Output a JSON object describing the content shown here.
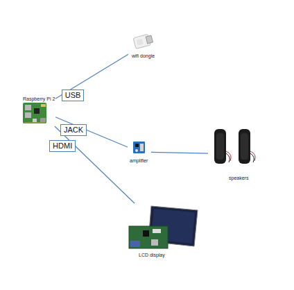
{
  "diagram": {
    "nodes": [
      {
        "text": [
          "Raspberry Pi 2"
        ]
      },
      {
        "text": [
          "wifi dongle"
        ]
      },
      {
        "text": [
          "amplifier"
        ]
      },
      {
        "text": [
          "speakers"
        ]
      },
      {
        "text": [
          "LCD display"
        ]
      }
    ],
    "edges": [
      {
        "from": 0,
        "to": 1,
        "label": "USB",
        "arrow": "none"
      },
      {
        "from": 0,
        "to": 2,
        "label": "JACK",
        "arrow": "none"
      },
      {
        "from": 2,
        "to": 3,
        "arrow": "none"
      },
      {
        "from": 0,
        "to": 4,
        "label": "HDMI",
        "arrow": "none"
      }
    ]
  }
}
